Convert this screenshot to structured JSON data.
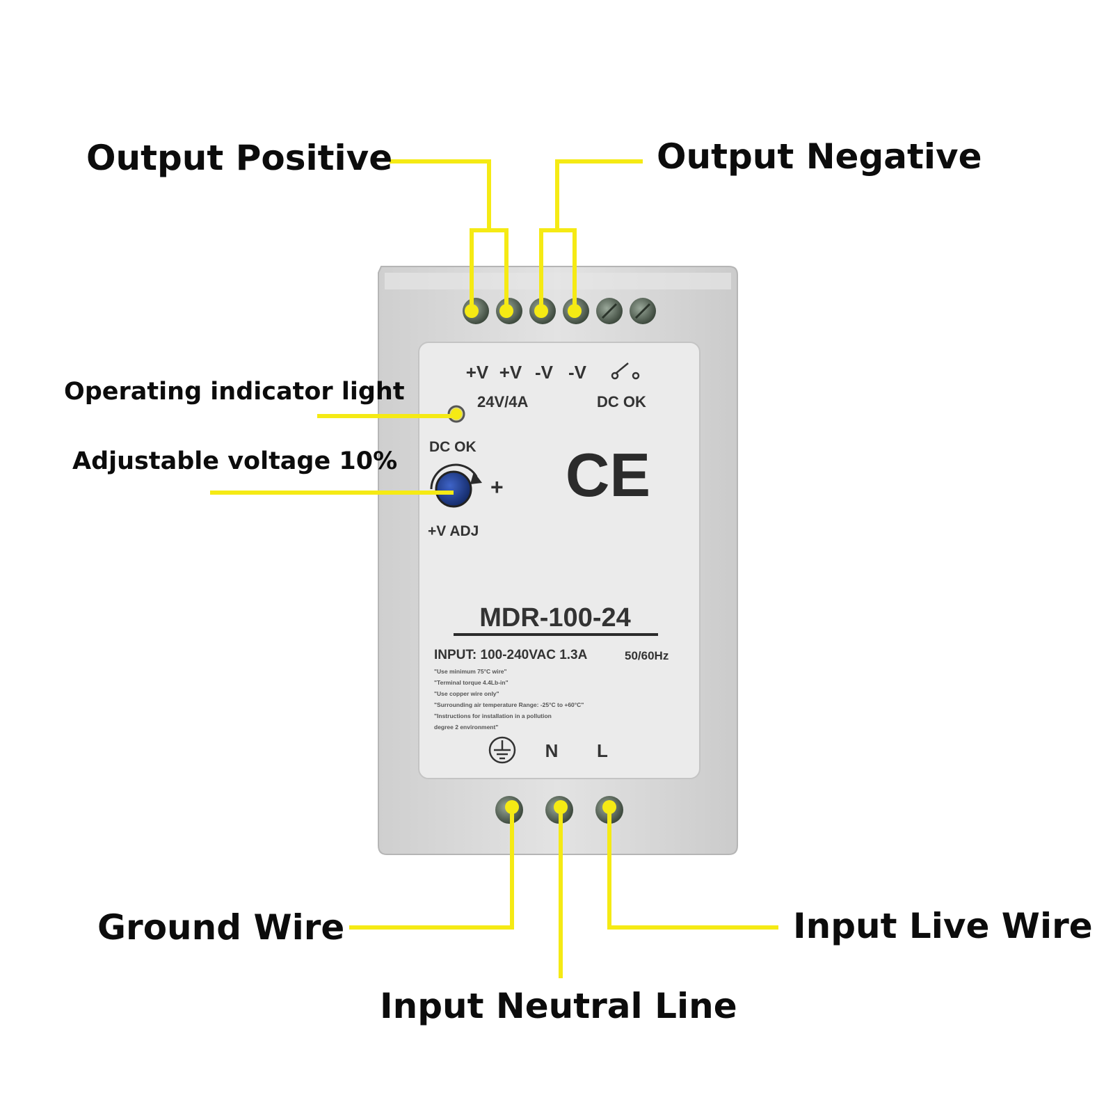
{
  "callouts": {
    "output_positive": "Output Positive",
    "output_negative": "Output Negative",
    "operating_indicator": "Operating indicator light",
    "adjustable_voltage": "Adjustable voltage 10%",
    "ground_wire": "Ground Wire",
    "input_live_wire": "Input Live Wire",
    "input_neutral_line": "Input Neutral Line"
  },
  "device": {
    "terminal_labels": [
      "+V",
      "+V",
      "-V",
      "-V"
    ],
    "rating": "24V/4A",
    "dc_ok_top": "DC OK",
    "dc_ok_led": "DC OK",
    "plus_sign": "+",
    "v_adj": "+V ADJ",
    "ce_mark": "CE",
    "model": "MDR-100-24",
    "input_spec": "INPUT: 100-240VAC  1.3A",
    "frequency": "50/60Hz",
    "notes": [
      "\"Use minimum 75°C wire\"",
      "\"Terminal torque 4.4Lb-in\"",
      "\"Use copper wire only\"",
      "\"Surrounding air temperature Range: -25°C to +60°C\"",
      "\"Instructions for installation in a pollution",
      " degree 2 environment\""
    ],
    "input_labels": {
      "neutral": "N",
      "live": "L"
    }
  },
  "colors": {
    "leader": "#f5ea14",
    "housing": "#dcdcdc",
    "label_panel": "#ebebeb",
    "knob": "#1f3d8f"
  },
  "icons": {
    "relay_contact": "relay-switch-icon",
    "ground": "earth-ground-icon",
    "knob": "rotary-adjust-icon"
  }
}
